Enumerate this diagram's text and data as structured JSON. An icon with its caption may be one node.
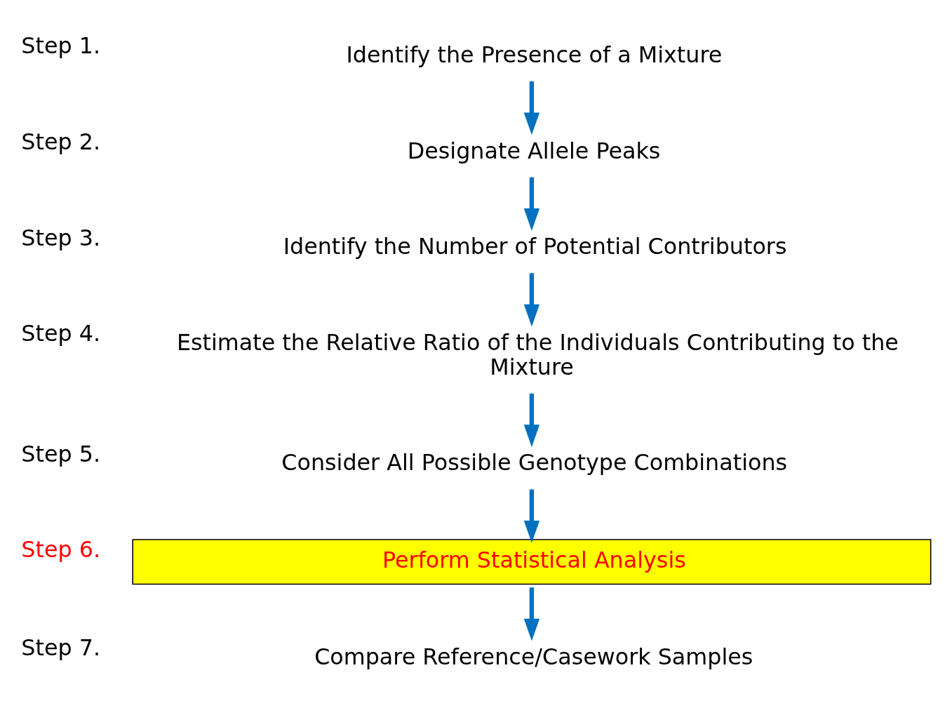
{
  "diagram": {
    "nodes": [
      {
        "text": [
          "Identify the Presence of a Mixture"
        ],
        "beside": [
          "Step 1."
        ]
      },
      {
        "text": [
          "Designate Allele Peaks"
        ],
        "beside": [
          "Step 2."
        ]
      },
      {
        "text": [
          "Identify the Number of Potential Contributors"
        ],
        "beside": [
          "Step 3."
        ]
      },
      {
        "text": [
          "Estimate the Relative Ratio of the Individuals Contributing to the Mixture"
        ],
        "beside": [
          "Step 4."
        ]
      },
      {
        "text": [
          "Consider All Possible Genotype Combinations"
        ],
        "beside": [
          "Step 5."
        ]
      },
      {
        "text": [
          "Perform Statistical Analysis"
        ],
        "beside": [
          "Step 6."
        ]
      },
      {
        "text": [
          "Compare Reference/Casework Samples"
        ],
        "beside": [
          "Step 7."
        ]
      }
    ],
    "edges": [
      {
        "from": 0,
        "to": 1,
        "arrow": "to"
      },
      {
        "from": 1,
        "to": 2,
        "arrow": "to"
      },
      {
        "from": 2,
        "to": 3,
        "arrow": "to"
      },
      {
        "from": 3,
        "to": 4,
        "arrow": "to"
      },
      {
        "from": 4,
        "to": 5,
        "arrow": "to"
      },
      {
        "from": 5,
        "to": 6,
        "arrow": "to"
      }
    ]
  }
}
